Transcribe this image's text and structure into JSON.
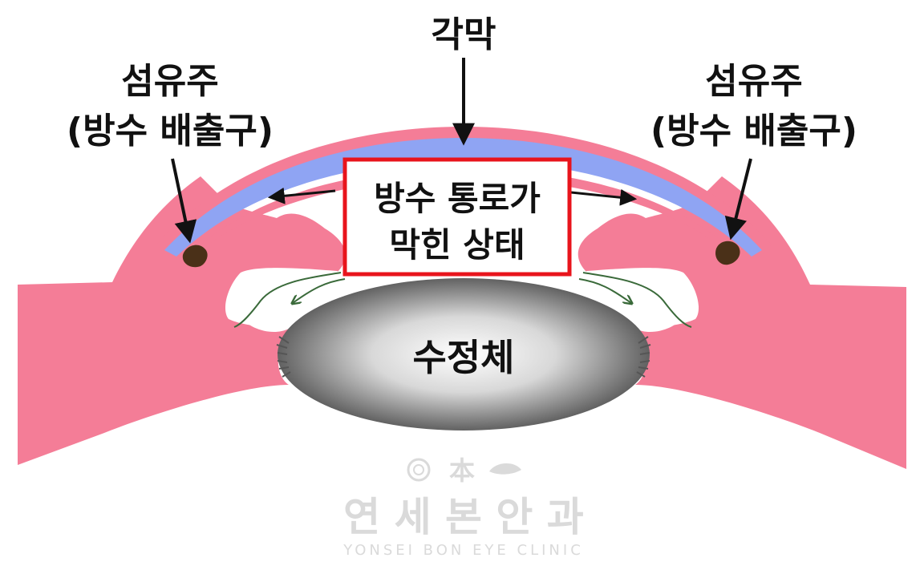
{
  "labels": {
    "cornea": "각막",
    "meshwork_left_line1": "섬유주",
    "meshwork_left_line2": "(방수 배출구)",
    "meshwork_right_line1": "섬유주",
    "meshwork_right_line2": "(방수 배출구)",
    "blocked_line1": "방수 통로가",
    "blocked_line2": "막힌 상태",
    "lens": "수정체"
  },
  "watermark": {
    "seal_char": "本",
    "name_ko": "연 세 본 안 과",
    "name_en": "YONSEI BON EYE CLINIC"
  },
  "colors": {
    "cornea_blue": "#8fa4f3",
    "tissue_pink": "#f47d97",
    "highlight_box": "#e8141c",
    "meshwork_brown": "#4a3018",
    "watermark_gray": "#d6d6d6"
  }
}
